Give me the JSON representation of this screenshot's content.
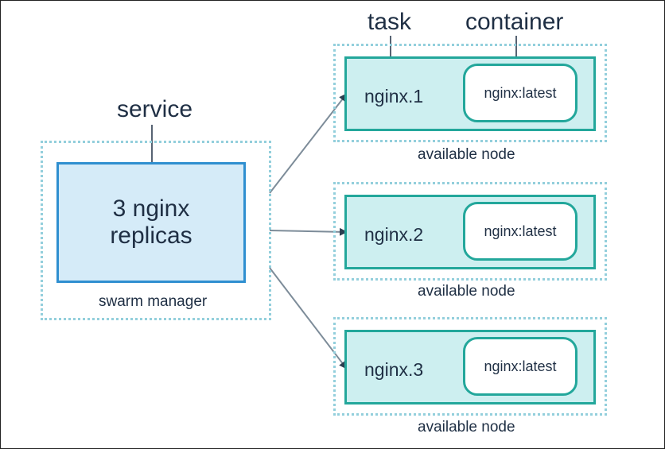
{
  "labels": {
    "service": "service",
    "task": "task",
    "container": "container"
  },
  "manager": {
    "line1": "3 nginx",
    "line2": "replicas",
    "caption": "swarm manager"
  },
  "nodes": [
    {
      "task": "nginx.1",
      "container": "nginx:latest",
      "caption": "available node"
    },
    {
      "task": "nginx.2",
      "container": "nginx:latest",
      "caption": "available node"
    },
    {
      "task": "nginx.3",
      "container": "nginx:latest",
      "caption": "available node"
    }
  ],
  "colors": {
    "manager_border": "#2f8fd0",
    "manager_fill": "#d5ebf8",
    "node_border": "#23a79b",
    "node_fill": "#cdeff0",
    "dotted_border": "#93cfdc",
    "arrow": "#7d8c99",
    "text": "#1f2f44"
  }
}
